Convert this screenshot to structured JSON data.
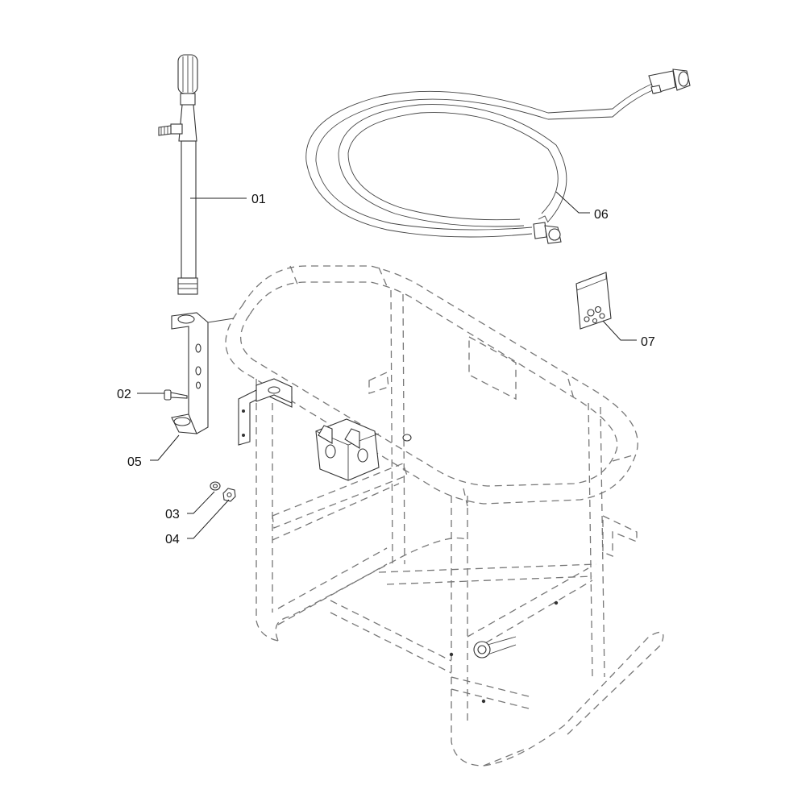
{
  "callouts": [
    {
      "id": "01",
      "text": "01"
    },
    {
      "id": "02",
      "text": "02"
    },
    {
      "id": "03",
      "text": "03"
    },
    {
      "id": "04",
      "text": "04"
    },
    {
      "id": "05",
      "text": "05"
    },
    {
      "id": "06",
      "text": "06"
    },
    {
      "id": "07",
      "text": "07"
    }
  ]
}
